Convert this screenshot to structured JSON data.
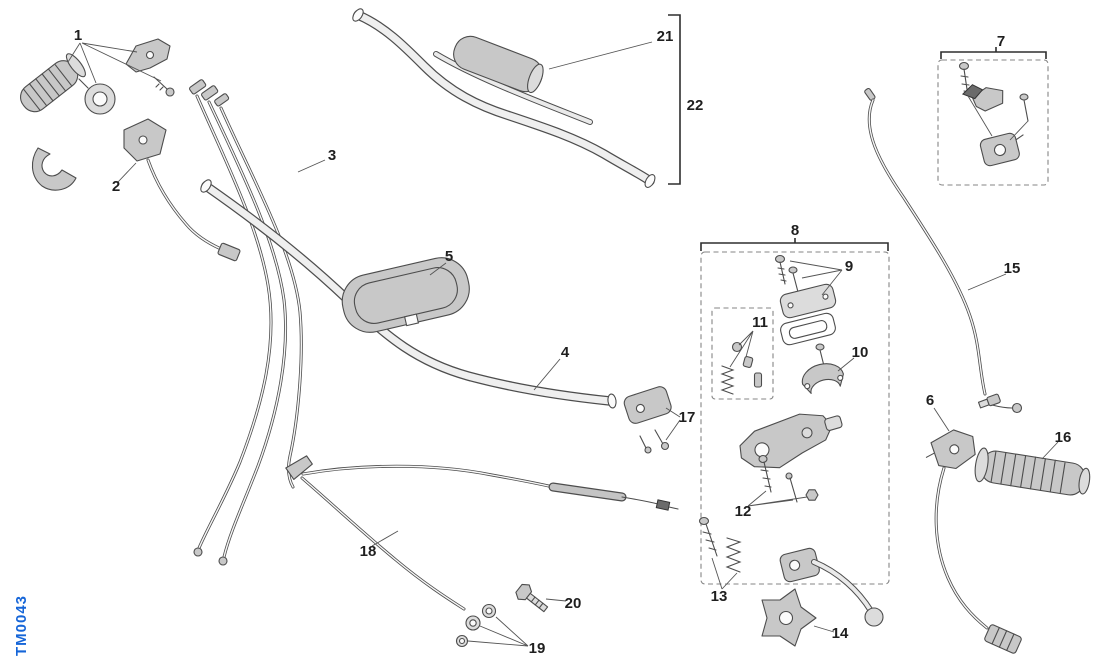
{
  "diagram": {
    "code": "TM0043",
    "labels": [
      {
        "text": "1"
      },
      {
        "text": "2"
      },
      {
        "text": "3"
      },
      {
        "text": "4"
      },
      {
        "text": "5"
      },
      {
        "text": "6"
      },
      {
        "text": "7"
      },
      {
        "text": "8"
      },
      {
        "text": "9"
      },
      {
        "text": "10"
      },
      {
        "text": "11"
      },
      {
        "text": "12"
      },
      {
        "text": "13"
      },
      {
        "text": "14"
      },
      {
        "text": "15"
      },
      {
        "text": "16"
      },
      {
        "text": "17"
      },
      {
        "text": "18"
      },
      {
        "text": "19"
      },
      {
        "text": "20"
      },
      {
        "text": "21"
      },
      {
        "text": "22"
      }
    ]
  },
  "colors": {
    "line": "#4d4d4d",
    "accent_blue": "#1565d8",
    "fill_light": "#dcdcdc",
    "fill_mid": "#c8c8c8",
    "background": "#ffffff"
  }
}
